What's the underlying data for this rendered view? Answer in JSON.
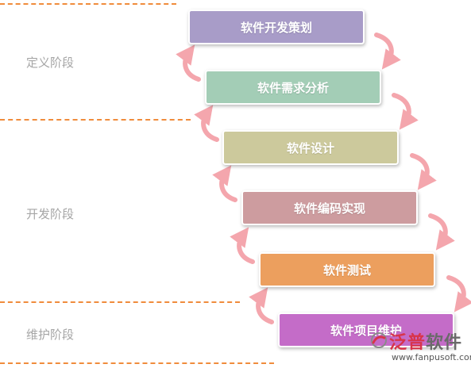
{
  "phases": [
    "定义阶段",
    "开发阶段",
    "维护阶段"
  ],
  "steps": [
    {
      "label": "软件开发策划",
      "color": "#a89cc8"
    },
    {
      "label": "软件需求分析",
      "color": "#a3cdb6"
    },
    {
      "label": "软件设计",
      "color": "#ccc99c"
    },
    {
      "label": "软件编码实现",
      "color": "#cd9c9f"
    },
    {
      "label": "软件测试",
      "color": "#ec9f5e"
    },
    {
      "label": "软件项目维护",
      "color": "#c46cc8"
    }
  ],
  "colors": {
    "divider": "#f08c3c",
    "phase_text": "#a6a6a6",
    "arrow": "#f4a6ad"
  },
  "watermark": {
    "brand_prefix": "泛普",
    "brand_suffix": "软件",
    "url": "www.fanpusoft.com"
  }
}
